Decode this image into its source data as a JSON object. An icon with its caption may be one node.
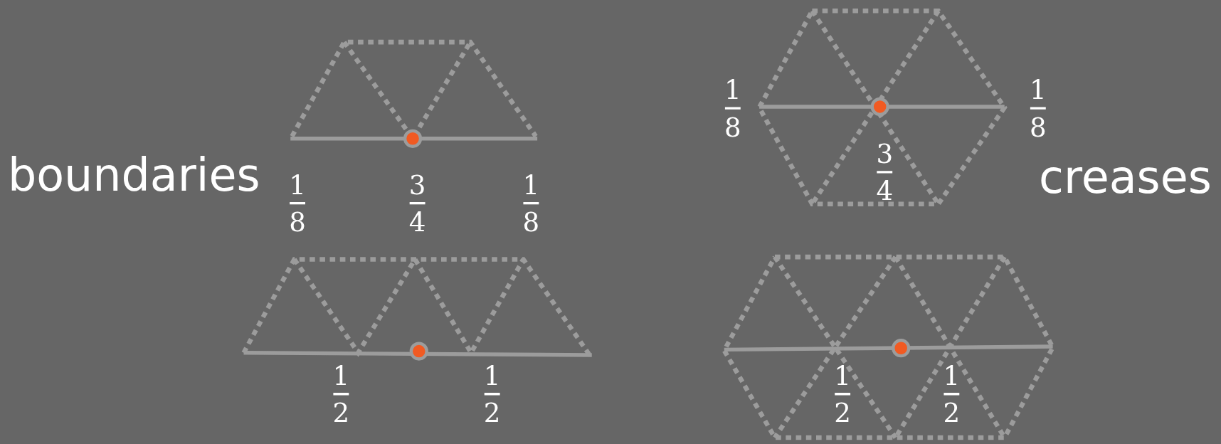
{
  "diagram": {
    "labels": [
      "1",
      "8",
      "1",
      "8",
      "boundaries",
      "3",
      "4",
      "creases",
      "1",
      "8",
      "3",
      "4",
      "1",
      "8",
      "1",
      "2",
      "1",
      "2",
      "1",
      "2",
      "1",
      "2"
    ]
  }
}
